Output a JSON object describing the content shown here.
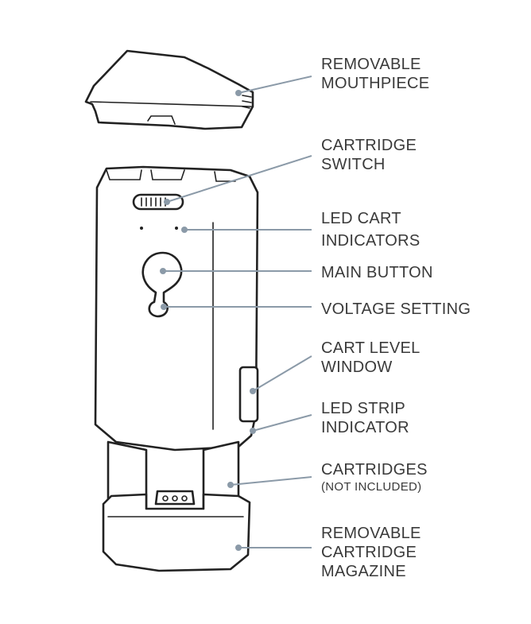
{
  "labels": [
    {
      "key": "mouthpiece",
      "line1": "REMOVABLE",
      "line2": "MOUTHPIECE"
    },
    {
      "key": "cartridge_switch",
      "line1": "CARTRIDGE",
      "line2": "SWITCH"
    },
    {
      "key": "led_cart",
      "line1": "LED CART",
      "line2": "INDICATORS"
    },
    {
      "key": "main_button",
      "line1": "MAIN BUTTON"
    },
    {
      "key": "voltage",
      "line1": "VOLTAGE SETTING"
    },
    {
      "key": "cart_level",
      "line1": "CART LEVEL",
      "line2": "WINDOW"
    },
    {
      "key": "led_strip",
      "line1": "LED STRIP",
      "line2": "INDICATOR"
    },
    {
      "key": "cartridges",
      "line1": "CARTRIDGES",
      "line2": "(NOT INCLUDED)"
    },
    {
      "key": "magazine",
      "line1": "REMOVABLE",
      "line2": "CARTRIDGE",
      "line3": "MAGAZINE"
    }
  ],
  "colors": {
    "leader": "#8b9aa8",
    "outline": "#222222",
    "text": "#3a3a3a"
  }
}
